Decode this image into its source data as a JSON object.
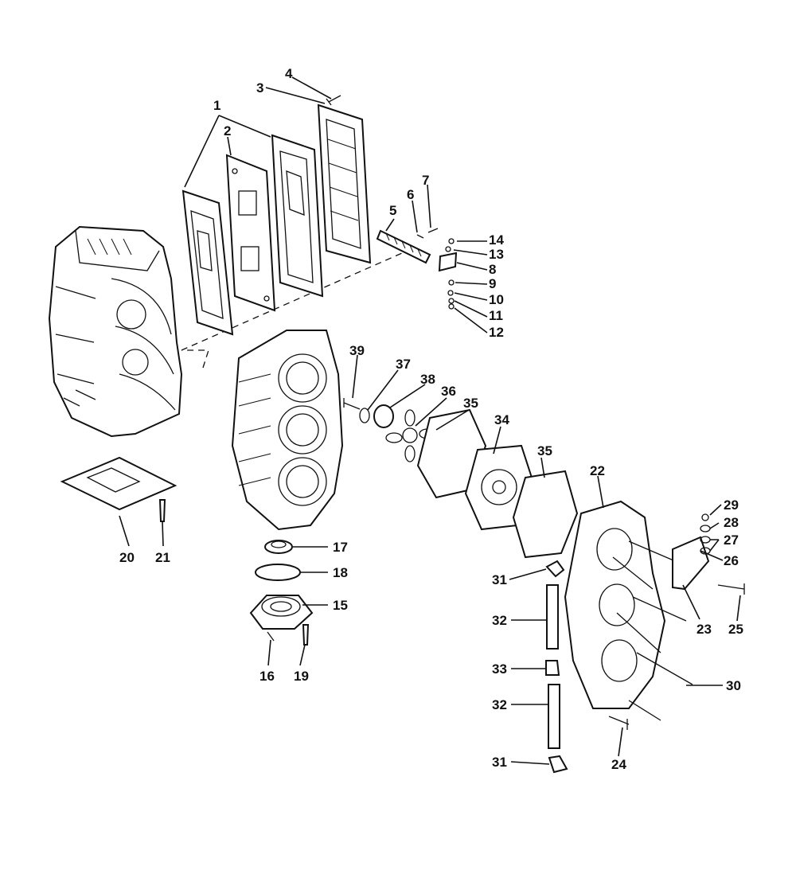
{
  "diagram": {
    "type": "exploded-parts-view",
    "callouts": {
      "c1": "1",
      "c2": "2",
      "c3": "3",
      "c4": "4",
      "c5": "5",
      "c6": "6",
      "c7": "7",
      "c8": "8",
      "c9": "9",
      "c10": "10",
      "c11": "11",
      "c12": "12",
      "c13": "13",
      "c14": "14",
      "c15": "15",
      "c16": "16",
      "c17": "17",
      "c18": "18",
      "c19": "19",
      "c20": "20",
      "c21": "21",
      "c22": "22",
      "c23": "23",
      "c24": "24",
      "c25": "25",
      "c26": "26",
      "c27": "27",
      "c28": "28",
      "c29": "29",
      "c30": "30",
      "c31a": "31",
      "c31b": "31",
      "c32a": "32",
      "c32b": "32",
      "c33": "33",
      "c34": "34",
      "c35a": "35",
      "c35b": "35",
      "c36": "36",
      "c37": "37",
      "c38": "38",
      "c39": "39"
    }
  }
}
